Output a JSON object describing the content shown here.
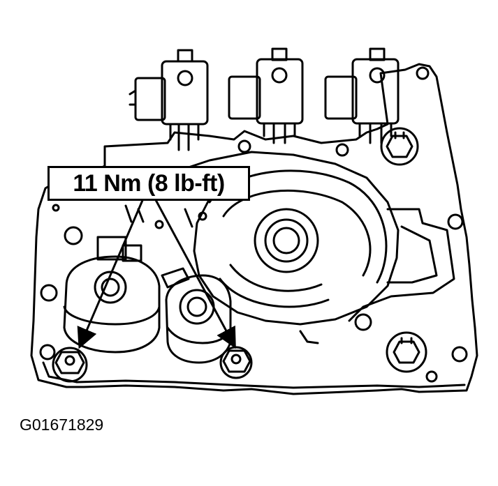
{
  "callout": {
    "torque_label": "11 Nm (8 lb-ft)"
  },
  "figure": {
    "id": "G01671829"
  },
  "components": {
    "solenoids": [
      "solenoid-left",
      "solenoid-center",
      "solenoid-right"
    ],
    "highlighted_bolts": [
      "bolt-left",
      "bolt-right"
    ]
  },
  "colors": {
    "ink": "#000000",
    "paper": "#ffffff"
  }
}
